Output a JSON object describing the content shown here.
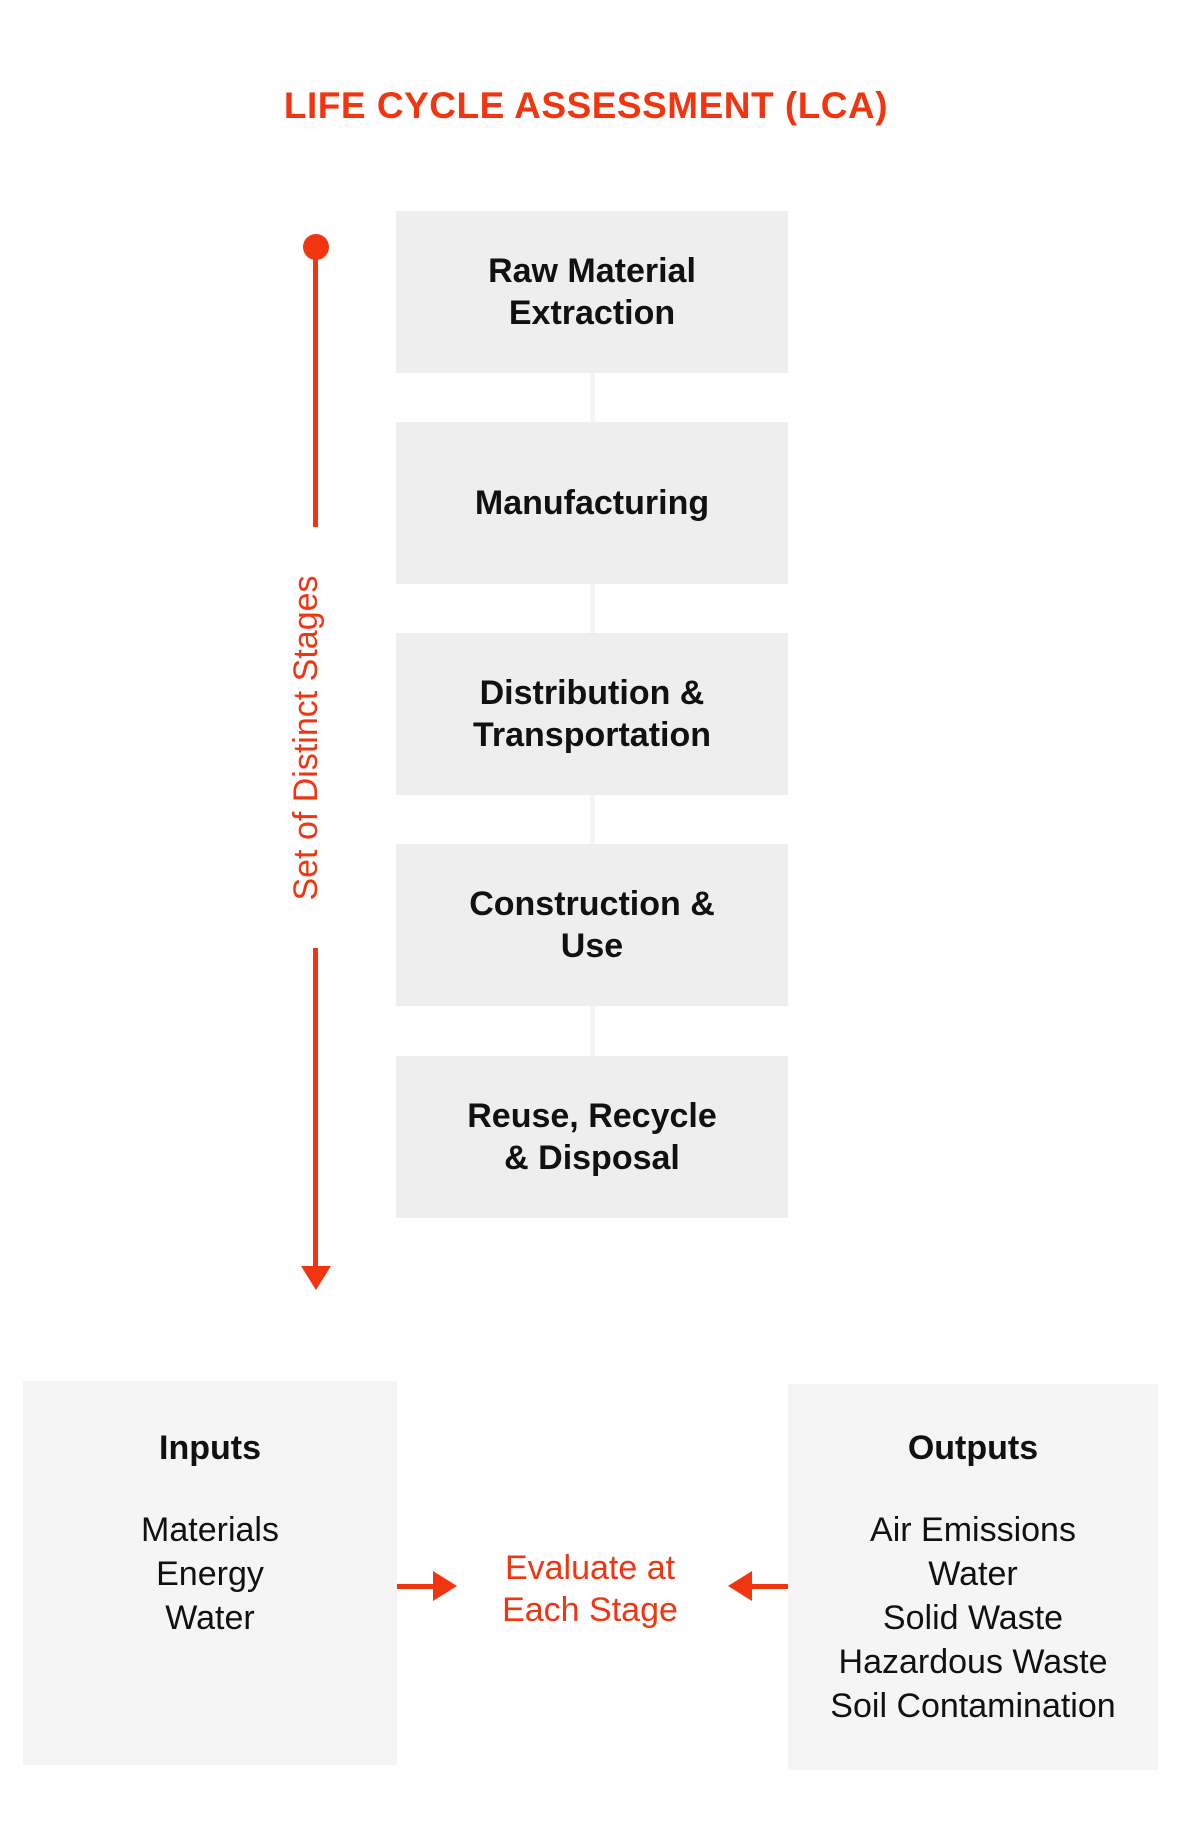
{
  "title": "LIFE CYCLE ASSESSMENT (LCA)",
  "colors": {
    "accent": "#f23511",
    "stage_box_bg": "#eeeeee",
    "io_box_bg": "#f5f5f5",
    "connector_line": "#f5f5f5",
    "text": "#111111",
    "background": "#ffffff"
  },
  "timeline": {
    "label": "Set of Distinct Stages"
  },
  "stages": [
    {
      "label": "Raw Material\nExtraction"
    },
    {
      "label": "Manufacturing"
    },
    {
      "label": "Distribution &\nTransportation"
    },
    {
      "label": "Construction &\nUse"
    },
    {
      "label": "Reuse, Recycle\n& Disposal"
    }
  ],
  "inputs": {
    "heading": "Inputs",
    "items": [
      "Materials",
      "Energy",
      "Water"
    ]
  },
  "outputs": {
    "heading": "Outputs",
    "items": [
      "Air Emissions",
      "Water",
      "Solid Waste",
      "Hazardous Waste",
      "Soil Contamination"
    ]
  },
  "evaluate": {
    "label": "Evaluate at\nEach Stage"
  }
}
